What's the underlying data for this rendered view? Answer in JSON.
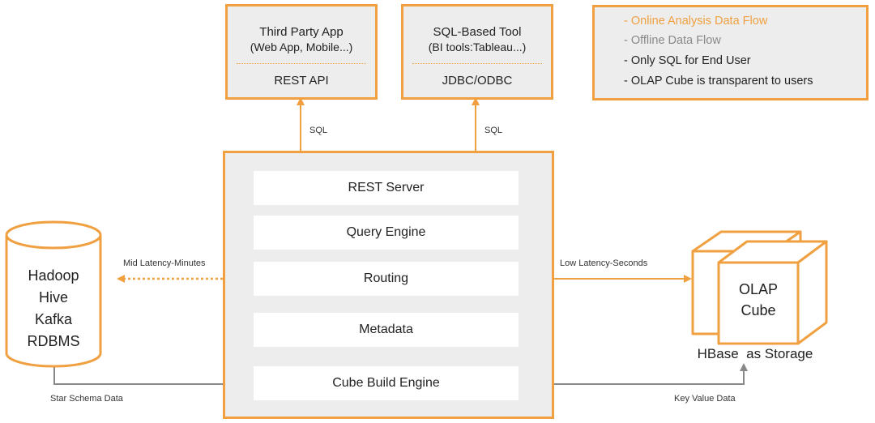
{
  "apps": {
    "third_party": {
      "title": "Third Party App",
      "subtitle": "(Web App, Mobile...)",
      "interface": "REST API"
    },
    "sql_tool": {
      "title": "SQL-Based Tool",
      "subtitle": "(BI tools:Tableau...)",
      "interface": "JDBC/ODBC"
    }
  },
  "legend": {
    "online": "- Online Analysis Data Flow",
    "offline": "- Offline Data Flow",
    "sql_only": "- Only SQL for End User",
    "olap": "- OLAP Cube is transparent to users"
  },
  "edge_labels": {
    "sql_left": "SQL",
    "sql_right": "SQL",
    "mid_latency": "Mid Latency-Minutes",
    "low_latency": "Low Latency-Seconds",
    "star_schema": "Star Schema Data",
    "key_value": "Key Value Data"
  },
  "engine": {
    "components": [
      "REST Server",
      "Query Engine",
      "Routing",
      "Metadata",
      "Cube Build Engine"
    ]
  },
  "sources": [
    "Hadoop",
    "Hive",
    "Kafka",
    "RDBMS"
  ],
  "storage": {
    "cube_line1": "OLAP",
    "cube_line2": "Cube",
    "caption": "HBase  as Storage"
  },
  "colors": {
    "online": "#f0a040",
    "offline": "#888888",
    "box_fill": "#ededed"
  }
}
